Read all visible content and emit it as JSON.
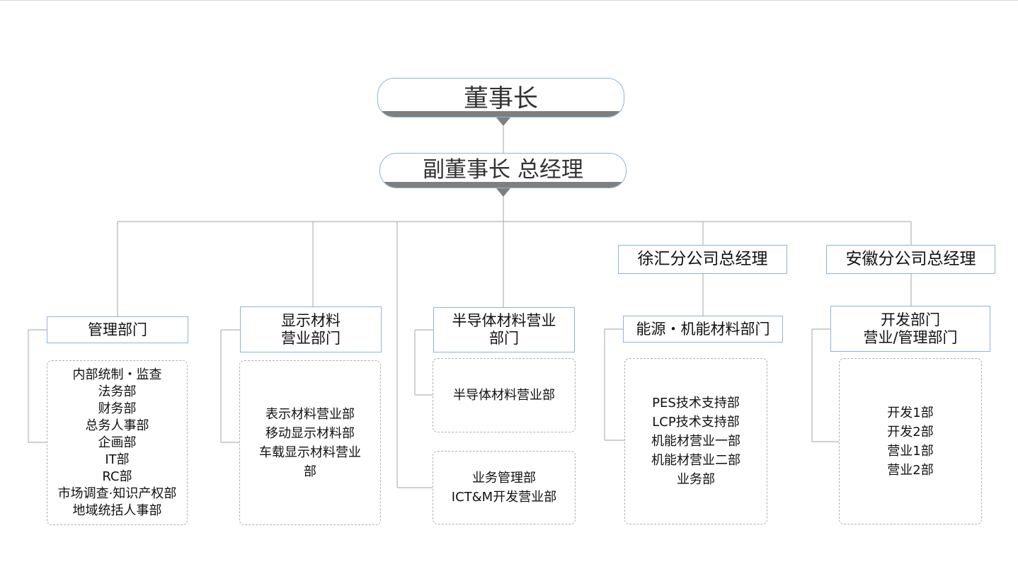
{
  "top": {
    "chairman": "董事长",
    "vice_chairman": "副董事长 总经理"
  },
  "branches": {
    "xuhui": "徐汇分公司总经理",
    "anhui": "安徽分公司总经理"
  },
  "departments": {
    "admin": {
      "title": [
        "管理部门"
      ],
      "items": [
        "内部统制・监查",
        "法务部",
        "财务部",
        "总务人事部",
        "企画部",
        "IT部",
        "RC部",
        "市场调查·知识产权部",
        "地域统括人事部"
      ]
    },
    "display": {
      "title": [
        "显示材料",
        "营业部门"
      ],
      "items": [
        "表示材料营业部",
        "移动显示材料部",
        "车载显示材料营业",
        "部"
      ]
    },
    "semi": {
      "title": [
        "半导体材料营业",
        "部门"
      ],
      "items": [
        "半导体材料营业部"
      ],
      "items2": [
        "业务管理部",
        "ICT&M开发营业部"
      ]
    },
    "energy": {
      "title": [
        "能源・机能材料部门"
      ],
      "items": [
        "PES技术支持部",
        "LCP技术支持部",
        "机能材营业一部",
        "机能材营业二部",
        "业务部"
      ]
    },
    "dev": {
      "title": [
        "开发部门",
        "营业/管理部门"
      ],
      "items": [
        "开发1部",
        "开发2部",
        "营业1部",
        "营业2部"
      ]
    }
  }
}
